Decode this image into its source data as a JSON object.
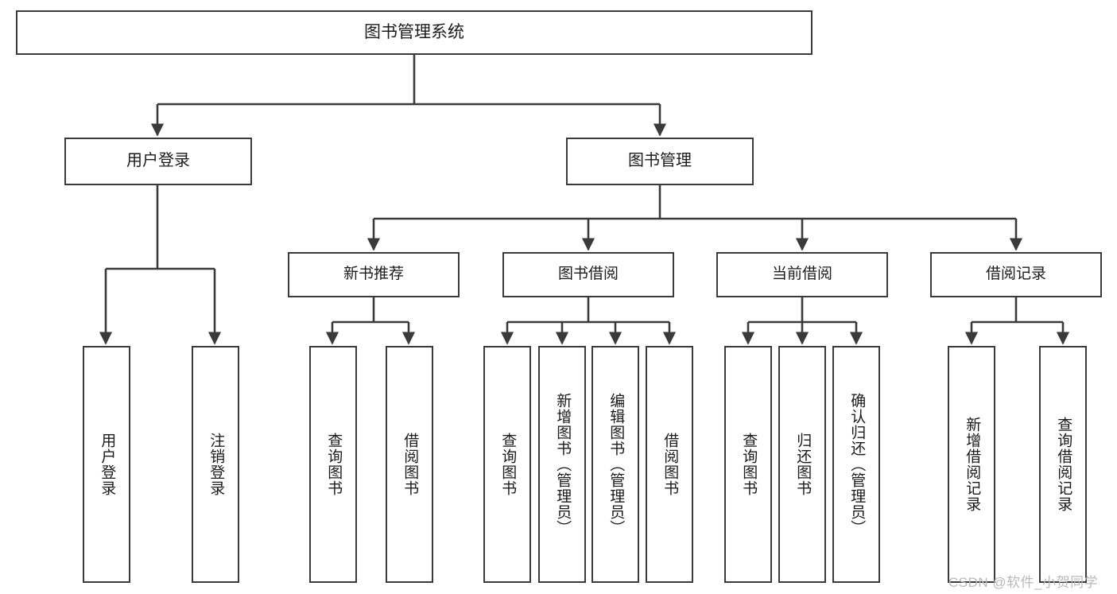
{
  "diagram": {
    "title": "图书管理系统",
    "root": {
      "label": "图书管理系统"
    },
    "level2": [
      {
        "label": "用户登录"
      },
      {
        "label": "图书管理"
      }
    ],
    "level3": [
      {
        "label": "新书推荐"
      },
      {
        "label": "图书借阅"
      },
      {
        "label": "当前借阅"
      },
      {
        "label": "借阅记录"
      }
    ],
    "leaves": {
      "user_login": [
        {
          "label": "用户登录"
        },
        {
          "label": "注销登录"
        }
      ],
      "new_book_recommend": [
        {
          "label": "查询图书"
        },
        {
          "label": "借阅图书"
        }
      ],
      "book_borrow": [
        {
          "label": "查询图书"
        },
        {
          "label": "新增图书（管理员）"
        },
        {
          "label": "编辑图书（管理员）"
        },
        {
          "label": "借阅图书"
        }
      ],
      "current_borrow": [
        {
          "label": "查询图书"
        },
        {
          "label": "归还图书"
        },
        {
          "label": "确认归还（管理员）"
        }
      ],
      "borrow_records": [
        {
          "label": "新增借阅记录"
        },
        {
          "label": "查询借阅记录"
        }
      ]
    }
  },
  "watermark": {
    "text": "CSDN @软件_小贺同学"
  },
  "colors": {
    "stroke": "#3a3a3a",
    "background": "#ffffff",
    "text": "#1b1b1b",
    "watermark": "#b9b9b9"
  }
}
